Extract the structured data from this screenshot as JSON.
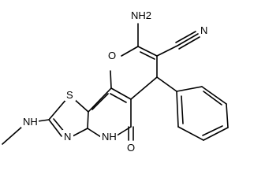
{
  "labels": {
    "amine": "NH2",
    "nitrile_nitrogen": "N",
    "pyran_oxygen": "O",
    "thiazole_sulfur": "S",
    "methylamino": "NH",
    "thiazole_nitrogen": "N",
    "lactam_nh": "NH",
    "carbonyl_oxygen": "O"
  }
}
